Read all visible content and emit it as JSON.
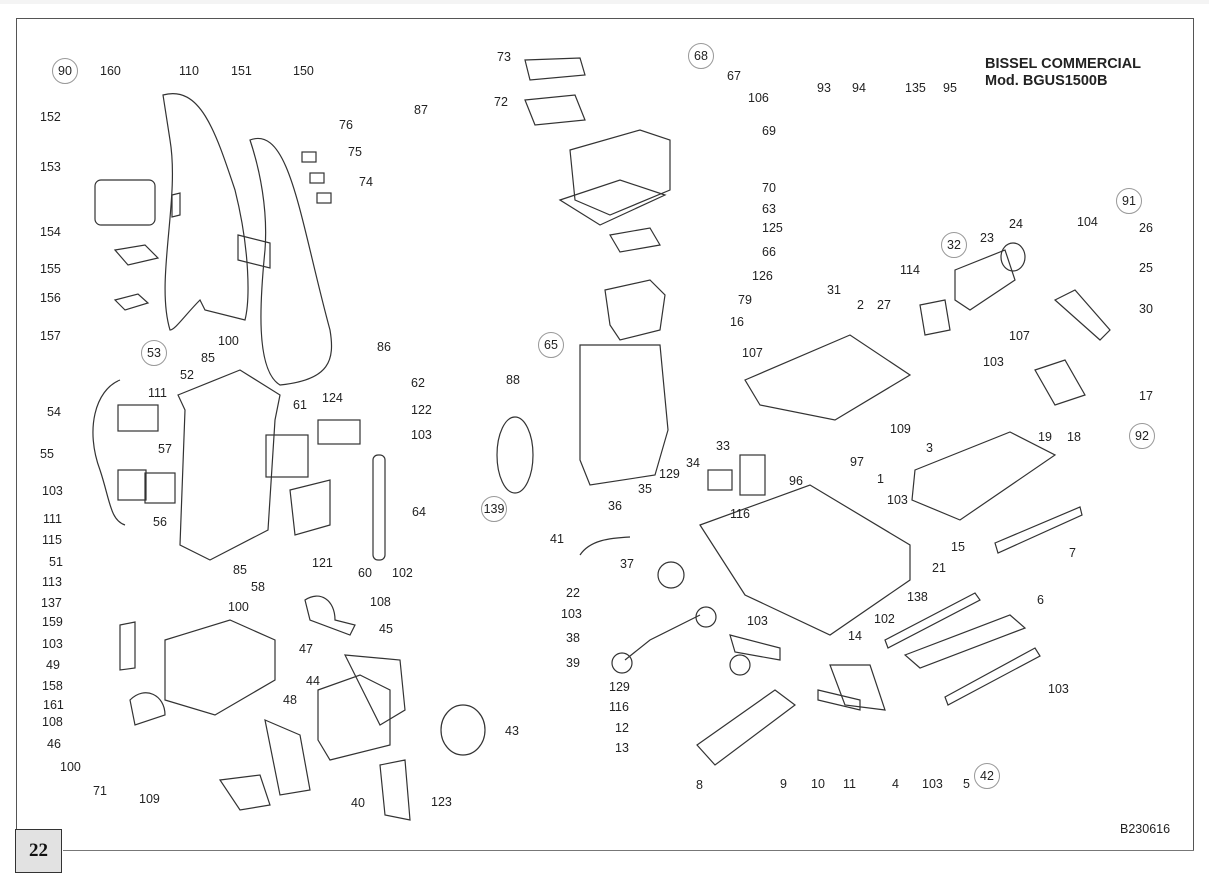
{
  "document": {
    "title_line1": "BISSEL COMMERCIAL",
    "title_line2": "Mod. BGUS1500B",
    "drawing_code": "B230616",
    "page_number": "22"
  },
  "assembly_groups": [
    {
      "id": "90",
      "label": "90"
    },
    {
      "id": "53",
      "label": "53"
    },
    {
      "id": "68",
      "label": "68"
    },
    {
      "id": "65",
      "label": "65"
    },
    {
      "id": "139",
      "label": "139"
    },
    {
      "id": "32",
      "label": "32"
    },
    {
      "id": "91",
      "label": "91"
    },
    {
      "id": "92",
      "label": "92"
    },
    {
      "id": "42",
      "label": "42"
    }
  ],
  "part_labels": [
    {
      "key": "a160",
      "text": "160"
    },
    {
      "key": "a110",
      "text": "110"
    },
    {
      "key": "a151",
      "text": "151"
    },
    {
      "key": "a150",
      "text": "150"
    },
    {
      "key": "a152",
      "text": "152"
    },
    {
      "key": "a153",
      "text": "153"
    },
    {
      "key": "a154",
      "text": "154"
    },
    {
      "key": "a155",
      "text": "155"
    },
    {
      "key": "a156",
      "text": "156"
    },
    {
      "key": "a157",
      "text": "157"
    },
    {
      "key": "a76",
      "text": "76"
    },
    {
      "key": "a75",
      "text": "75"
    },
    {
      "key": "a74",
      "text": "74"
    },
    {
      "key": "a87",
      "text": "87"
    },
    {
      "key": "a100a",
      "text": "100"
    },
    {
      "key": "a86",
      "text": "86"
    },
    {
      "key": "a85a",
      "text": "85"
    },
    {
      "key": "a52",
      "text": "52"
    },
    {
      "key": "a111a",
      "text": "111"
    },
    {
      "key": "a54",
      "text": "54"
    },
    {
      "key": "a55",
      "text": "55"
    },
    {
      "key": "a103a",
      "text": "103"
    },
    {
      "key": "a111b",
      "text": "111"
    },
    {
      "key": "a57",
      "text": "57"
    },
    {
      "key": "a56",
      "text": "56"
    },
    {
      "key": "a61",
      "text": "61"
    },
    {
      "key": "a124",
      "text": "124"
    },
    {
      "key": "a62",
      "text": "62"
    },
    {
      "key": "a122",
      "text": "122"
    },
    {
      "key": "a103b",
      "text": "103"
    },
    {
      "key": "a64",
      "text": "64"
    },
    {
      "key": "a115",
      "text": "115"
    },
    {
      "key": "a51",
      "text": "51"
    },
    {
      "key": "a113",
      "text": "113"
    },
    {
      "key": "a137",
      "text": "137"
    },
    {
      "key": "a85b",
      "text": "85"
    },
    {
      "key": "a58",
      "text": "58"
    },
    {
      "key": "a100b",
      "text": "100"
    },
    {
      "key": "a121",
      "text": "121"
    },
    {
      "key": "a60",
      "text": "60"
    },
    {
      "key": "a102a",
      "text": "102"
    },
    {
      "key": "a108a",
      "text": "108"
    },
    {
      "key": "a45",
      "text": "45"
    },
    {
      "key": "a159",
      "text": "159"
    },
    {
      "key": "a103c",
      "text": "103"
    },
    {
      "key": "a49",
      "text": "49"
    },
    {
      "key": "a158",
      "text": "158"
    },
    {
      "key": "a161",
      "text": "161"
    },
    {
      "key": "a108b",
      "text": "108"
    },
    {
      "key": "a46",
      "text": "46"
    },
    {
      "key": "a100c",
      "text": "100"
    },
    {
      "key": "a71",
      "text": "71"
    },
    {
      "key": "a109a",
      "text": "109"
    },
    {
      "key": "a47",
      "text": "47"
    },
    {
      "key": "a48",
      "text": "48"
    },
    {
      "key": "a44",
      "text": "44"
    },
    {
      "key": "a43",
      "text": "43"
    },
    {
      "key": "a40",
      "text": "40"
    },
    {
      "key": "a123",
      "text": "123"
    },
    {
      "key": "a73",
      "text": "73"
    },
    {
      "key": "a72",
      "text": "72"
    },
    {
      "key": "a67",
      "text": "67"
    },
    {
      "key": "a106",
      "text": "106"
    },
    {
      "key": "a69",
      "text": "69"
    },
    {
      "key": "a70",
      "text": "70"
    },
    {
      "key": "a63",
      "text": "63"
    },
    {
      "key": "a125",
      "text": "125"
    },
    {
      "key": "a66",
      "text": "66"
    },
    {
      "key": "a126",
      "text": "126"
    },
    {
      "key": "a79",
      "text": "79"
    },
    {
      "key": "a16",
      "text": "16"
    },
    {
      "key": "a88",
      "text": "88"
    },
    {
      "key": "a33",
      "text": "33"
    },
    {
      "key": "a34",
      "text": "34"
    },
    {
      "key": "a129a",
      "text": "129"
    },
    {
      "key": "a35",
      "text": "35"
    },
    {
      "key": "a36",
      "text": "36"
    },
    {
      "key": "a116a",
      "text": "116"
    },
    {
      "key": "a41",
      "text": "41"
    },
    {
      "key": "a37",
      "text": "37"
    },
    {
      "key": "a22",
      "text": "22"
    },
    {
      "key": "a103d",
      "text": "103"
    },
    {
      "key": "a38",
      "text": "38"
    },
    {
      "key": "a39",
      "text": "39"
    },
    {
      "key": "a129b",
      "text": "129"
    },
    {
      "key": "a116b",
      "text": "116"
    },
    {
      "key": "a12",
      "text": "12"
    },
    {
      "key": "a13",
      "text": "13"
    },
    {
      "key": "a103e",
      "text": "103"
    },
    {
      "key": "a8",
      "text": "8"
    },
    {
      "key": "a9",
      "text": "9"
    },
    {
      "key": "a10",
      "text": "10"
    },
    {
      "key": "a11",
      "text": "11"
    },
    {
      "key": "a4",
      "text": "4"
    },
    {
      "key": "a103f",
      "text": "103"
    },
    {
      "key": "a5",
      "text": "5"
    },
    {
      "key": "a93",
      "text": "93"
    },
    {
      "key": "a94",
      "text": "94"
    },
    {
      "key": "a135",
      "text": "135"
    },
    {
      "key": "a95",
      "text": "95"
    },
    {
      "key": "a24",
      "text": "24"
    },
    {
      "key": "a23",
      "text": "23"
    },
    {
      "key": "a114",
      "text": "114"
    },
    {
      "key": "a104",
      "text": "104"
    },
    {
      "key": "a26",
      "text": "26"
    },
    {
      "key": "a25",
      "text": "25"
    },
    {
      "key": "a30",
      "text": "30"
    },
    {
      "key": "a31",
      "text": "31"
    },
    {
      "key": "a2",
      "text": "2"
    },
    {
      "key": "a27",
      "text": "27"
    },
    {
      "key": "a107a",
      "text": "107"
    },
    {
      "key": "a107b",
      "text": "107"
    },
    {
      "key": "a103g",
      "text": "103"
    },
    {
      "key": "a17",
      "text": "17"
    },
    {
      "key": "a19",
      "text": "19"
    },
    {
      "key": "a18",
      "text": "18"
    },
    {
      "key": "a109b",
      "text": "109"
    },
    {
      "key": "a3",
      "text": "3"
    },
    {
      "key": "a97",
      "text": "97"
    },
    {
      "key": "a96",
      "text": "96"
    },
    {
      "key": "a1",
      "text": "1"
    },
    {
      "key": "a103h",
      "text": "103"
    },
    {
      "key": "a15",
      "text": "15"
    },
    {
      "key": "a7",
      "text": "7"
    },
    {
      "key": "a138",
      "text": "138"
    },
    {
      "key": "a102b",
      "text": "102"
    },
    {
      "key": "a14",
      "text": "14"
    },
    {
      "key": "a21",
      "text": "21"
    },
    {
      "key": "a6",
      "text": "6"
    },
    {
      "key": "a103i",
      "text": "103"
    }
  ]
}
